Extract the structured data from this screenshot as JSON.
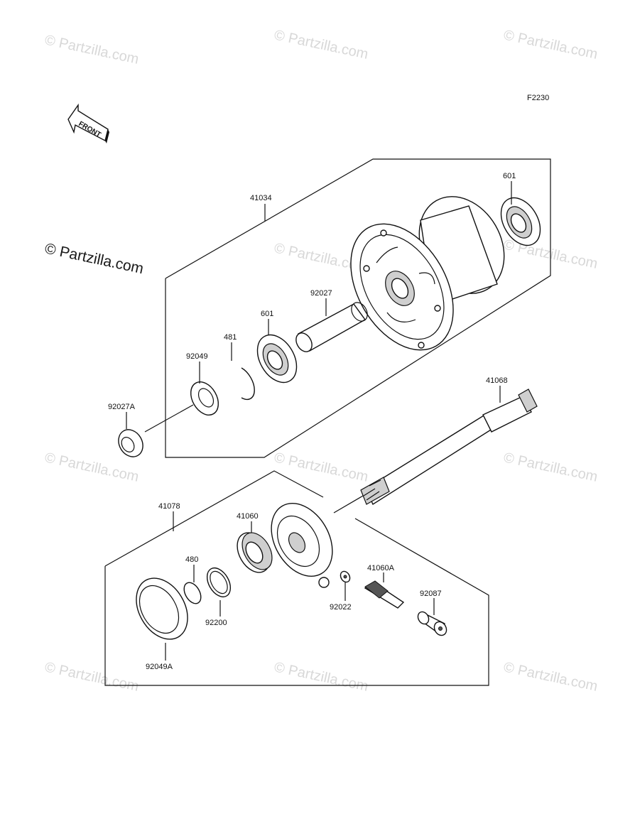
{
  "diagram": {
    "code": "F2230",
    "front_label": "FRONT",
    "watermark": "© Partzilla.com",
    "parts": {
      "p41034": "41034",
      "p601_top": "601",
      "p92027": "92027",
      "p601_mid": "601",
      "p481": "481",
      "p92049": "92049",
      "p92027A": "92027A",
      "p41068": "41068",
      "p41078": "41078",
      "p41060": "41060",
      "p480": "480",
      "p92200": "92200",
      "p92049A": "92049A",
      "p41060A": "41060A",
      "p92022": "92022",
      "p92087": "92087"
    }
  }
}
